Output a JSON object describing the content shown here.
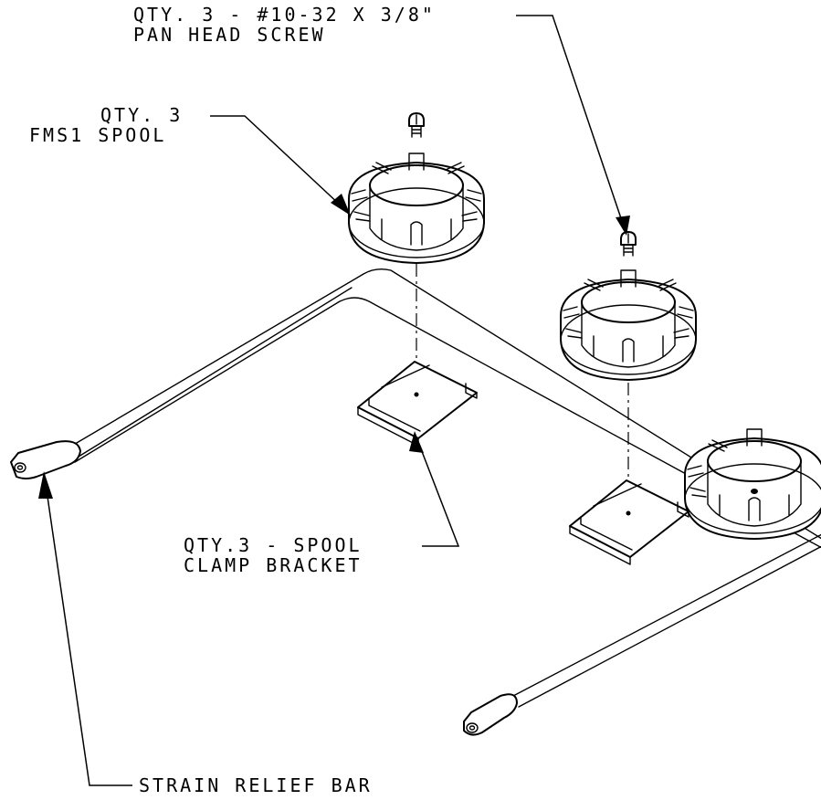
{
  "callouts": {
    "screw": {
      "line1": "QTY. 3 - #10-32 X 3/8\"",
      "line2": "PAN HEAD SCREW"
    },
    "spool": {
      "line1": "QTY. 3",
      "line2": "FMS1 SPOOL"
    },
    "bracket": {
      "line1": "QTY.3 - SPOOL",
      "line2": "CLAMP BRACKET"
    },
    "bar": {
      "line1": "STRAIN RELIEF BAR"
    }
  }
}
